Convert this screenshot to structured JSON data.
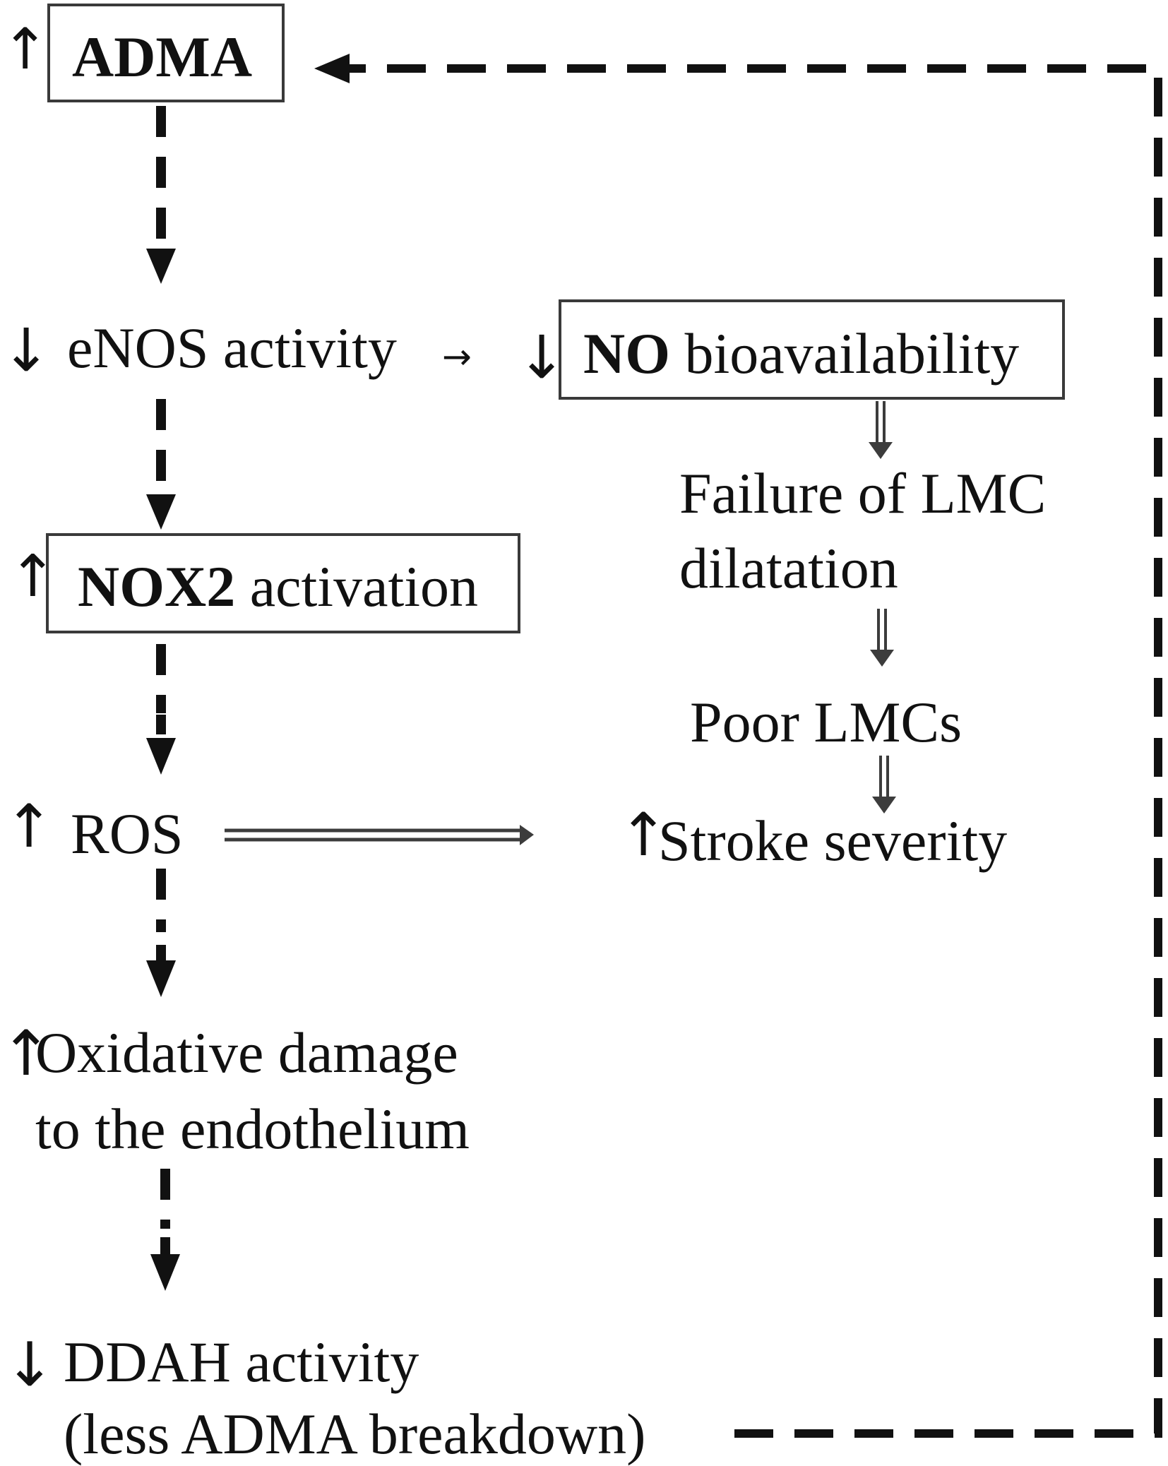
{
  "nodes": {
    "adma": {
      "indicator": "↑",
      "label": "ADMA"
    },
    "enos": {
      "indicator": "↓",
      "label": "eNOS activity"
    },
    "no": {
      "indicator": "↓",
      "bold": "NO",
      "rest": "bioavailability"
    },
    "nox2": {
      "indicator": "↑",
      "bold": "NOX2",
      "rest": "activation"
    },
    "ros": {
      "indicator": "↑",
      "label": "ROS"
    },
    "failure": {
      "line1": "Failure of LMC",
      "line2": "dilatation"
    },
    "poor": {
      "label": "Poor LMCs"
    },
    "stroke": {
      "indicator": "↑",
      "label": "Stroke severity"
    },
    "oxidative": {
      "indicator": "↑",
      "line1": "Oxidative damage",
      "line2": "to the endothelium"
    },
    "ddah": {
      "indicator": "↓",
      "line1": "DDAH activity",
      "line2": "(less ADMA breakdown)"
    }
  },
  "connector_glyph": "→",
  "colors": {
    "dashed": "#111111",
    "solid": "#3c3c3c",
    "box_border": "#3a3a3a",
    "text": "#111111"
  }
}
